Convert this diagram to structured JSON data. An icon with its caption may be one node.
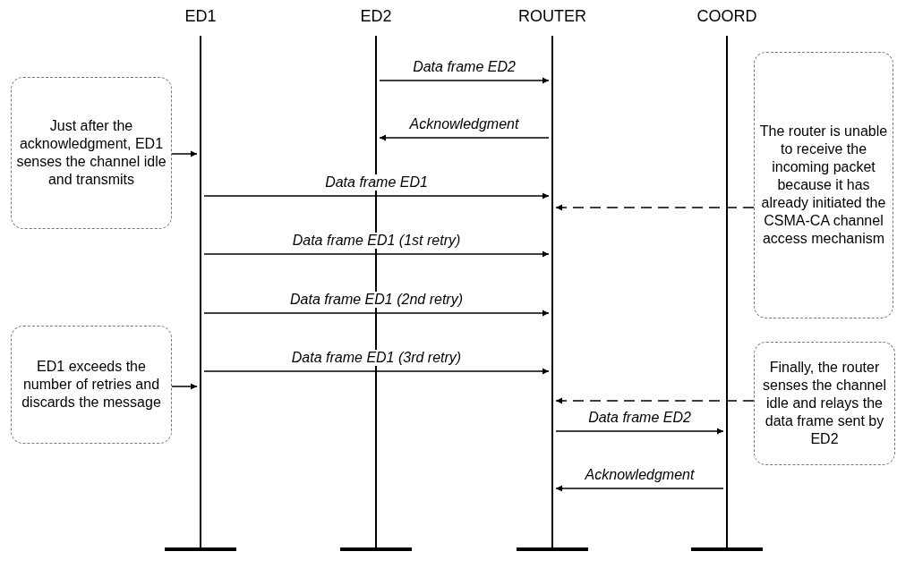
{
  "diagram": {
    "nodes": [
      {
        "text": [
          "ED1"
        ]
      },
      {
        "text": [
          "ED2"
        ]
      },
      {
        "text": [
          "ROUTER"
        ]
      },
      {
        "text": [
          "COORD"
        ]
      },
      {
        "text": [
          "Just after the acknowledgment, ED1 senses the channel idle and transmits"
        ]
      },
      {
        "text": [
          "The router is unable to receive the incoming packet because it has already initiated the CSMA-CA channel access mechanism"
        ]
      },
      {
        "text": [
          "ED1 exceeds the number of retries and discards the message"
        ]
      },
      {
        "text": [
          "Finally, the router senses the channel idle and relays the data frame sent by ED2"
        ]
      }
    ],
    "edges": [
      {
        "from": 1,
        "to": 2,
        "arrow": "to",
        "label": "Data frame ED2"
      },
      {
        "from": 2,
        "to": 1,
        "arrow": "to",
        "label": "Acknowledgment"
      },
      {
        "from": 4,
        "to": 0,
        "arrow": "to"
      },
      {
        "from": 0,
        "to": 2,
        "arrow": "to",
        "label": "Data frame ED1"
      },
      {
        "from": 5,
        "to": 2,
        "arrow": "to",
        "style": "dashed"
      },
      {
        "from": 0,
        "to": 2,
        "arrow": "to",
        "label": "Data frame ED1 (1st retry)"
      },
      {
        "from": 0,
        "to": 2,
        "arrow": "to",
        "label": "Data frame ED1 (2nd retry)"
      },
      {
        "from": 0,
        "to": 2,
        "arrow": "to",
        "label": "Data frame ED1 (3rd retry)"
      },
      {
        "from": 6,
        "to": 0,
        "arrow": "to"
      },
      {
        "from": 7,
        "to": 2,
        "arrow": "to",
        "style": "dashed"
      },
      {
        "from": 2,
        "to": 3,
        "arrow": "to",
        "label": "Data frame ED2"
      },
      {
        "from": 3,
        "to": 2,
        "arrow": "to",
        "label": "Acknowledgment"
      }
    ]
  }
}
